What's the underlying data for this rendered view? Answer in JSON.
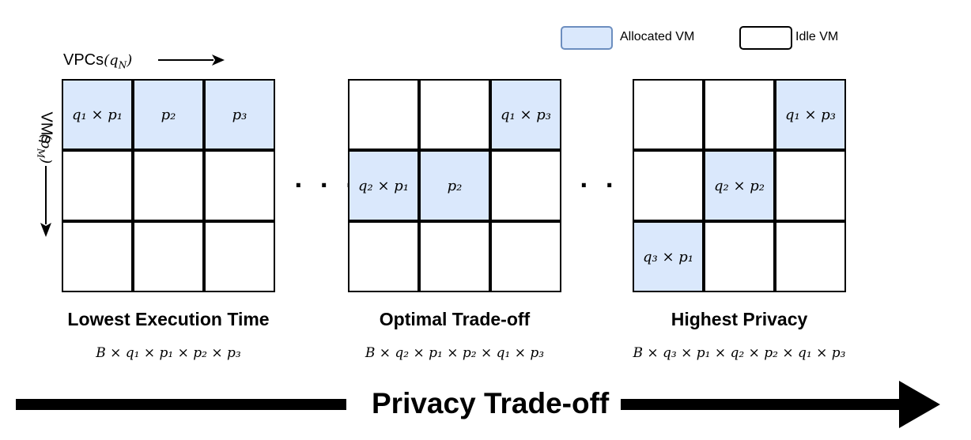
{
  "legend": {
    "allocated_label": "Allocated VM",
    "idle_label": "Idle VM",
    "allocated_color": "#dae8fc",
    "allocated_border": "#6c8ebf",
    "idle_color": "#ffffff"
  },
  "axes": {
    "x_label": "VPCs",
    "x_var": "q",
    "x_sub": "N",
    "y_label": "VMs",
    "y_var": "p",
    "y_sub": "M"
  },
  "separator": "· · ·",
  "grids": [
    {
      "caption": "Lowest Execution Time",
      "formula": "B × q₁ × p₁ × p₂ × p₃",
      "cells": [
        [
          "q₁ × p₁",
          "p₂",
          "p₃"
        ],
        [
          "",
          "",
          ""
        ],
        [
          "",
          "",
          ""
        ]
      ],
      "allocated": [
        [
          1,
          1,
          1
        ],
        [
          0,
          0,
          0
        ],
        [
          0,
          0,
          0
        ]
      ]
    },
    {
      "caption": "Optimal Trade-off",
      "formula": "B × q₂ × p₁ × p₂ × q₁ × p₃",
      "cells": [
        [
          "",
          "",
          "q₁ × p₃"
        ],
        [
          "q₂ × p₁",
          "p₂",
          ""
        ],
        [
          "",
          "",
          ""
        ]
      ],
      "allocated": [
        [
          0,
          0,
          1
        ],
        [
          1,
          1,
          0
        ],
        [
          0,
          0,
          0
        ]
      ]
    },
    {
      "caption": "Highest Privacy",
      "formula": "B × q₃ × p₁ × q₂ × p₂ × q₁ × p₃",
      "cells": [
        [
          "",
          "",
          "q₁ × p₃"
        ],
        [
          "",
          "q₂ × p₂",
          ""
        ],
        [
          "q₃ × p₁",
          "",
          ""
        ]
      ],
      "allocated": [
        [
          0,
          0,
          1
        ],
        [
          0,
          1,
          0
        ],
        [
          1,
          0,
          0
        ]
      ]
    }
  ],
  "tradeoff_label": "Privacy Trade-off"
}
